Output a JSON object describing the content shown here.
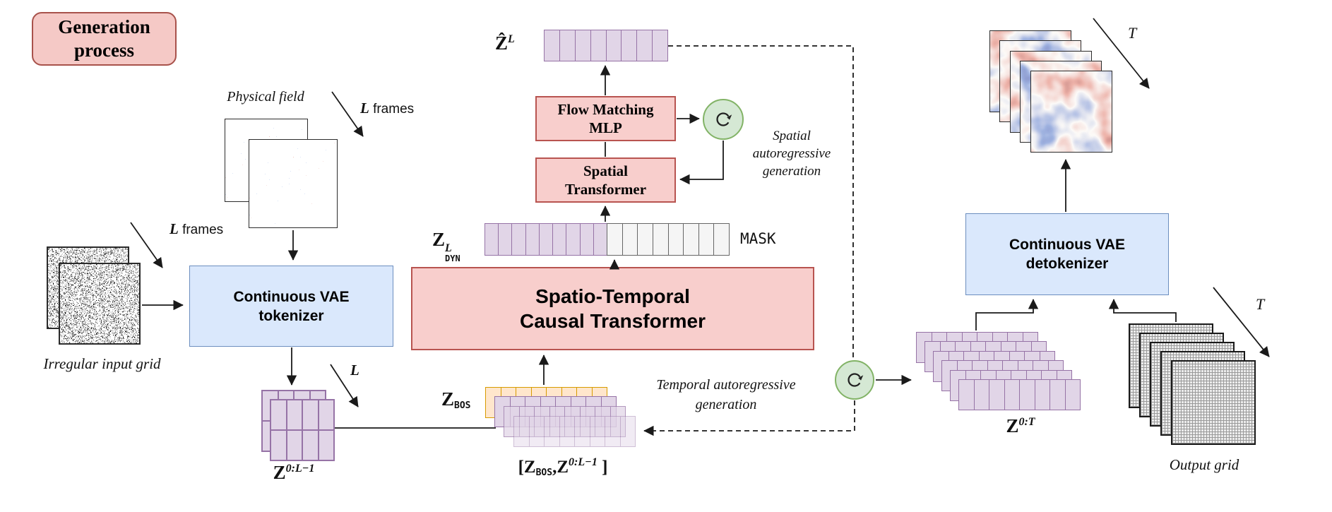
{
  "badge": {
    "lines": [
      "Generation",
      "process"
    ]
  },
  "boxes": {
    "tokenizer": {
      "lines": [
        "Continuous VAE",
        "tokenizer"
      ]
    },
    "transformer": {
      "lines": [
        "Spatio-Temporal",
        "Causal Transformer"
      ]
    },
    "spatial_transformer": {
      "lines": [
        "Spatial",
        "Transformer"
      ]
    },
    "flow_matching": {
      "lines": [
        "Flow Matching",
        "MLP"
      ]
    },
    "detokenizer": {
      "lines": [
        "Continuous VAE",
        "detokenizer"
      ]
    }
  },
  "labels": {
    "physical_field": "Physical field",
    "irregular_input_grid": "Irregular input grid",
    "output_grid": "Output grid",
    "l_frames_var": "L",
    "l_frames_word": "frames",
    "l_var": "L",
    "t_var": "T",
    "mask": "MASK",
    "spatial_ar_lines": [
      "Spatial",
      "autoregressive",
      "generation"
    ],
    "temporal_ar_lines": [
      "Temporal autoregressive",
      "generation"
    ]
  },
  "math": {
    "z_0l1": {
      "base": "Z",
      "sup": "0:L−1"
    },
    "z_bos": {
      "base": "Z",
      "sub": "BOS"
    },
    "z_dyn": {
      "base": "Z",
      "sup": "L",
      "sub": "DYN"
    },
    "z_hat": {
      "base": "Ẑ",
      "sup": "L"
    },
    "z_0t": {
      "base": "Z",
      "sup": "0:T"
    },
    "concat": {
      "open": "[",
      "comma": ",",
      "close": " ]"
    }
  },
  "tokens": {
    "z_hat_row": {
      "cells": 8
    },
    "z_dyn_known": {
      "cells": 9
    },
    "z_dyn_mask": {
      "cells": 8
    },
    "bos_row": {
      "cells": 8
    },
    "context_row": {
      "cells": 8
    },
    "z0t_row": {
      "cells": 8
    },
    "z_0l1_grid": {
      "rows": 2,
      "cols": 4
    },
    "z0t_stack_rows": 6,
    "context_stack_rows": 3
  },
  "colors": {
    "pink_fill": "#f8cecc",
    "pink_stroke": "#b85450",
    "badge_fill": "#f5c9c6",
    "badge_stroke": "#a8524b",
    "blue_fill": "#dae8fc",
    "blue_stroke": "#6c8ebf",
    "purple_fill": "#e1d5e7",
    "purple_stroke": "#9673a6",
    "orange_fill": "#ffe6cc",
    "orange_stroke": "#d79b00",
    "mask_fill": "#f5f5f5",
    "mask_stroke": "#666666",
    "green_fill": "#d5e8d4",
    "green_stroke": "#82b366"
  },
  "icons": {
    "loop": "loop-arrow"
  }
}
